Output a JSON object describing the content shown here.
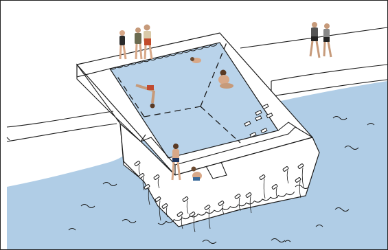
{
  "image": {
    "title": "",
    "colors": {
      "water": "#b0cde6",
      "pool_water": "#b9d3ea",
      "ink": "#1a1a1a",
      "paper": "#ffffff",
      "skin": "#d8a888"
    }
  },
  "figures": [
    {
      "name": "standing-group-of-three"
    },
    {
      "name": "two-joggers"
    },
    {
      "name": "floating-swimmer"
    },
    {
      "name": "diver"
    },
    {
      "name": "sitting-swimmer"
    },
    {
      "name": "standing-woman"
    },
    {
      "name": "crouching-child"
    }
  ]
}
